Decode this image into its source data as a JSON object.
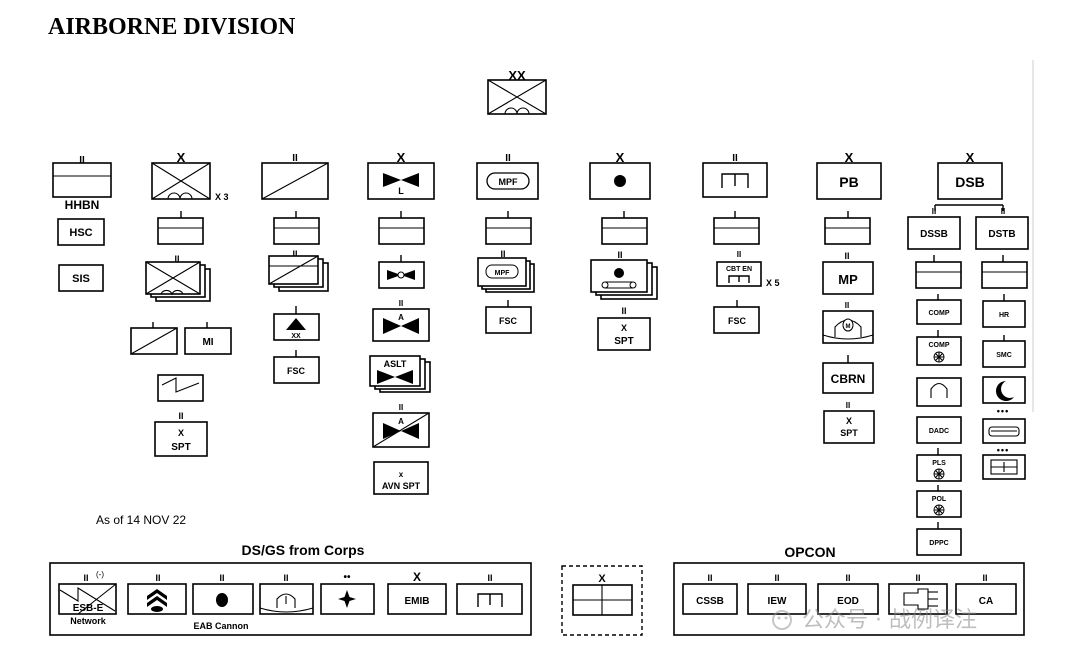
{
  "title": "AIRBORNE DIVISION",
  "as_of": "As of 14 NOV 22",
  "ds_gs_title": "DS/GS from Corps",
  "opcon_title": "OPCON",
  "echelon": {
    "division": "XX",
    "brigade": "X",
    "battalion": "II",
    "minus": "(-)",
    "team": "••",
    "team3": "•••"
  },
  "units": {
    "hhbn": "HHBN",
    "hsc": "HSC",
    "sis": "SIS",
    "x3": "X 3",
    "mi": "MI",
    "x": "X",
    "spt": "SPT",
    "xx": "XX",
    "fsc": "FSC",
    "l": "L",
    "a": "A",
    "aslt": "ASLT",
    "avn_spt": "AVN  SPT",
    "x_small": "x",
    "mpf": "MPF",
    "cbt_en": "CBT EN",
    "x5": "X 5",
    "pb": "PB",
    "mp": "MP",
    "m": "M",
    "cbrn": "CBRN",
    "dsb": "DSB",
    "dssb": "DSSB",
    "dstb": "DSTB",
    "comp": "COMP",
    "dadc": "DADC",
    "pls": "PLS",
    "pol": "POL",
    "dppc": "DPPC",
    "hr": "HR",
    "smc": "SMC"
  },
  "ds_gs": {
    "esb_e": "ESB-E",
    "network": "Network",
    "eab_cannon": "EAB Cannon",
    "emib": "EMIB"
  },
  "opcon": {
    "cssb": "CSSB",
    "iew": "IEW",
    "eod": "EOD",
    "ca": "CA"
  },
  "watermark": "公众号 · 战例译注"
}
